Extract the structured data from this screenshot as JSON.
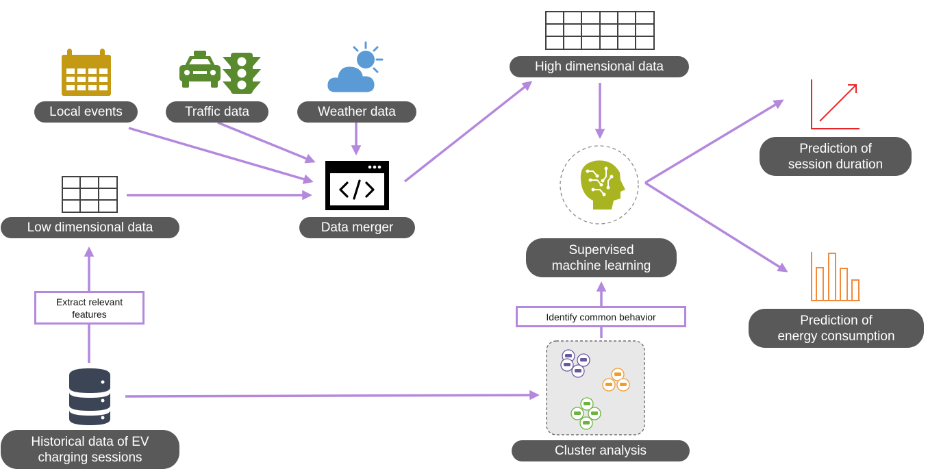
{
  "colors": {
    "arrow": "#b388dd",
    "pill_bg": "#595959",
    "pill_text": "#ffffff",
    "calendar": "#c49a14",
    "traffic": "#5a8a2e",
    "cloud": "#5b9bd5",
    "sun": "#5b9bd5",
    "brain": "#a9b520",
    "database": "#3b4556",
    "line_chart": "#e8262a",
    "bar_chart": "#f08a3c",
    "cluster_purple": "#6a5a9c",
    "cluster_orange": "#f29b2e",
    "cluster_green": "#6cb33f"
  },
  "labels": {
    "local_events": "Local events",
    "traffic_data": "Traffic data",
    "weather_data": "Weather data",
    "low_dimensional_data": "Low dimensional data",
    "data_merger": "Data merger",
    "high_dimensional_data": "High dimensional data",
    "supervised_ml": [
      "Supervised",
      "machine learning"
    ],
    "prediction_session": [
      "Prediction of",
      "session duration"
    ],
    "prediction_energy": [
      "Prediction of",
      "energy consumption"
    ],
    "historical_data": [
      "Historical data of EV",
      "charging sessions"
    ],
    "cluster_analysis": "Cluster analysis"
  },
  "boxes": {
    "extract_features": [
      "Extract relevant",
      "features"
    ],
    "identify_behavior": "Identify common behavior"
  },
  "icons": [
    "calendar-icon",
    "taxi-icon",
    "traffic-light-icon",
    "weather-icon",
    "table-icon",
    "code-window-icon",
    "brain-icon",
    "line-chart-icon",
    "bar-chart-icon",
    "database-icon",
    "cluster-icon"
  ]
}
